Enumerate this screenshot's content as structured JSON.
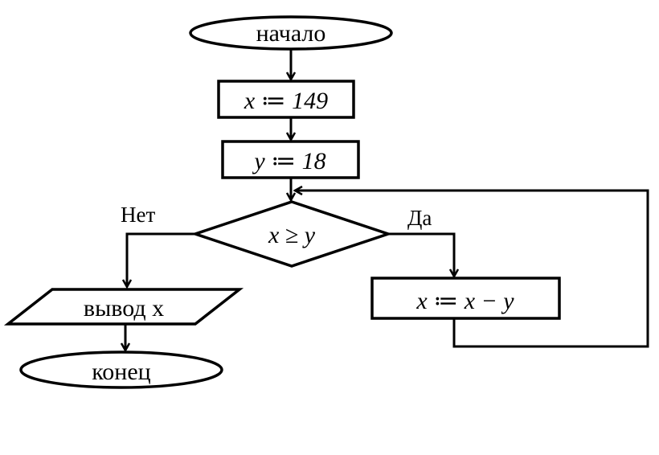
{
  "flowchart": {
    "start": "начало",
    "assign_x": "x ≔ 149",
    "assign_y": "y ≔ 18",
    "condition": "x ≥ y",
    "no_label": "Нет",
    "yes_label": "Да",
    "update": "x ≔ x − y",
    "output": "вывод x",
    "end": "конец"
  }
}
